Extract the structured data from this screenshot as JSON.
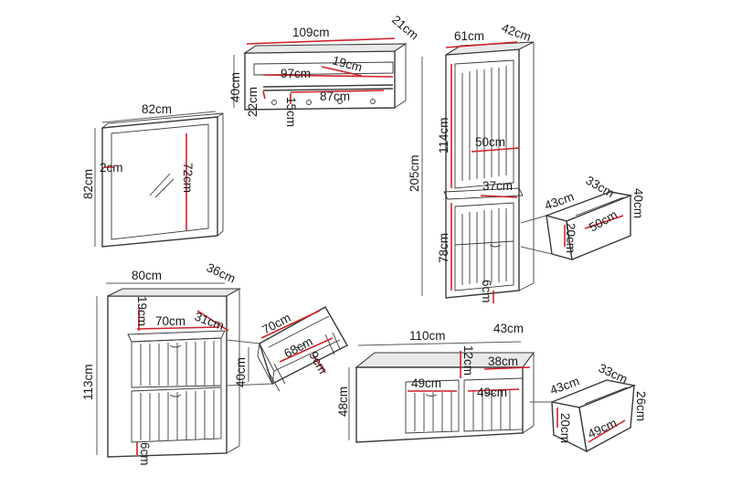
{
  "mirror": {
    "width": "82cm",
    "height": "82cm",
    "depth": "2cm",
    "glass_height": "72cm"
  },
  "shelf": {
    "width": "109cm",
    "depth": "21cm",
    "height": "40cm",
    "rail_length": "97cm",
    "shelf_depth": "19cm",
    "hook_span": "87cm",
    "rail_height": "22cm",
    "hook_spacing": "15cm"
  },
  "cabinet": {
    "width": "61cm",
    "depth": "42cm",
    "height": "205cm",
    "upper_height": "114cm",
    "inner_width": "50cm",
    "drawer_depth": "37cm",
    "lower_height": "78cm",
    "leg": "6cm"
  },
  "cabinet_drawer": {
    "depth": "43cm",
    "width_top": "33cm",
    "height": "40cm",
    "inner_width": "50cm",
    "inner_height": "20cm"
  },
  "shoe_cabinet": {
    "width": "80cm",
    "depth": "36cm",
    "height": "113cm",
    "top_gap": "19cm",
    "inner_width": "70cm",
    "flap_depth": "31cm",
    "leg": "6cm"
  },
  "shoe_flap": {
    "width": "70cm",
    "inner_width": "68cm",
    "height": "40cm",
    "depth": "9cm"
  },
  "bench": {
    "width": "110cm",
    "depth": "43cm",
    "height": "48cm",
    "gap": "12cm",
    "drawer_depth": "38cm",
    "left_drawer": "49cm",
    "right_drawer": "49cm"
  },
  "bench_drawer": {
    "depth": "43cm",
    "width_top": "33cm",
    "height": "26cm",
    "inner_height": "20cm",
    "inner_width": "49cm"
  }
}
